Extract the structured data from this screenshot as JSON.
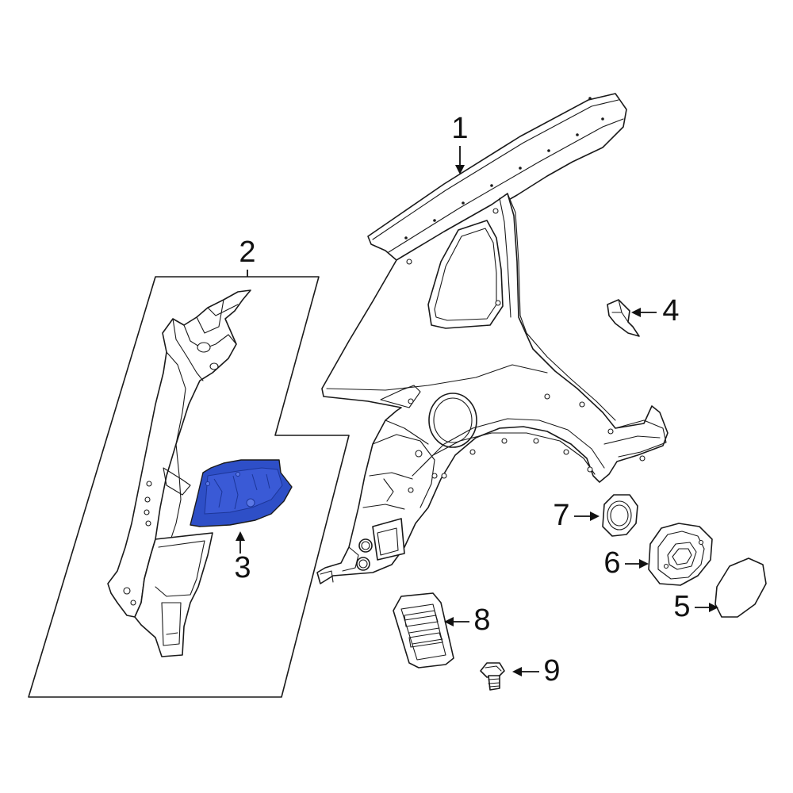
{
  "colors": {
    "line": "#1a1a1a",
    "highlight": "#2e4fc7",
    "highlight_dark": "#1c3699",
    "background": "#ffffff"
  },
  "callouts": [
    {
      "id": "1",
      "label": "1"
    },
    {
      "id": "2",
      "label": "2"
    },
    {
      "id": "3",
      "label": "3"
    },
    {
      "id": "4",
      "label": "4"
    },
    {
      "id": "5",
      "label": "5"
    },
    {
      "id": "6",
      "label": "6"
    },
    {
      "id": "7",
      "label": "7"
    },
    {
      "id": "8",
      "label": "8"
    },
    {
      "id": "9",
      "label": "9"
    }
  ],
  "highlighted_part": "3"
}
